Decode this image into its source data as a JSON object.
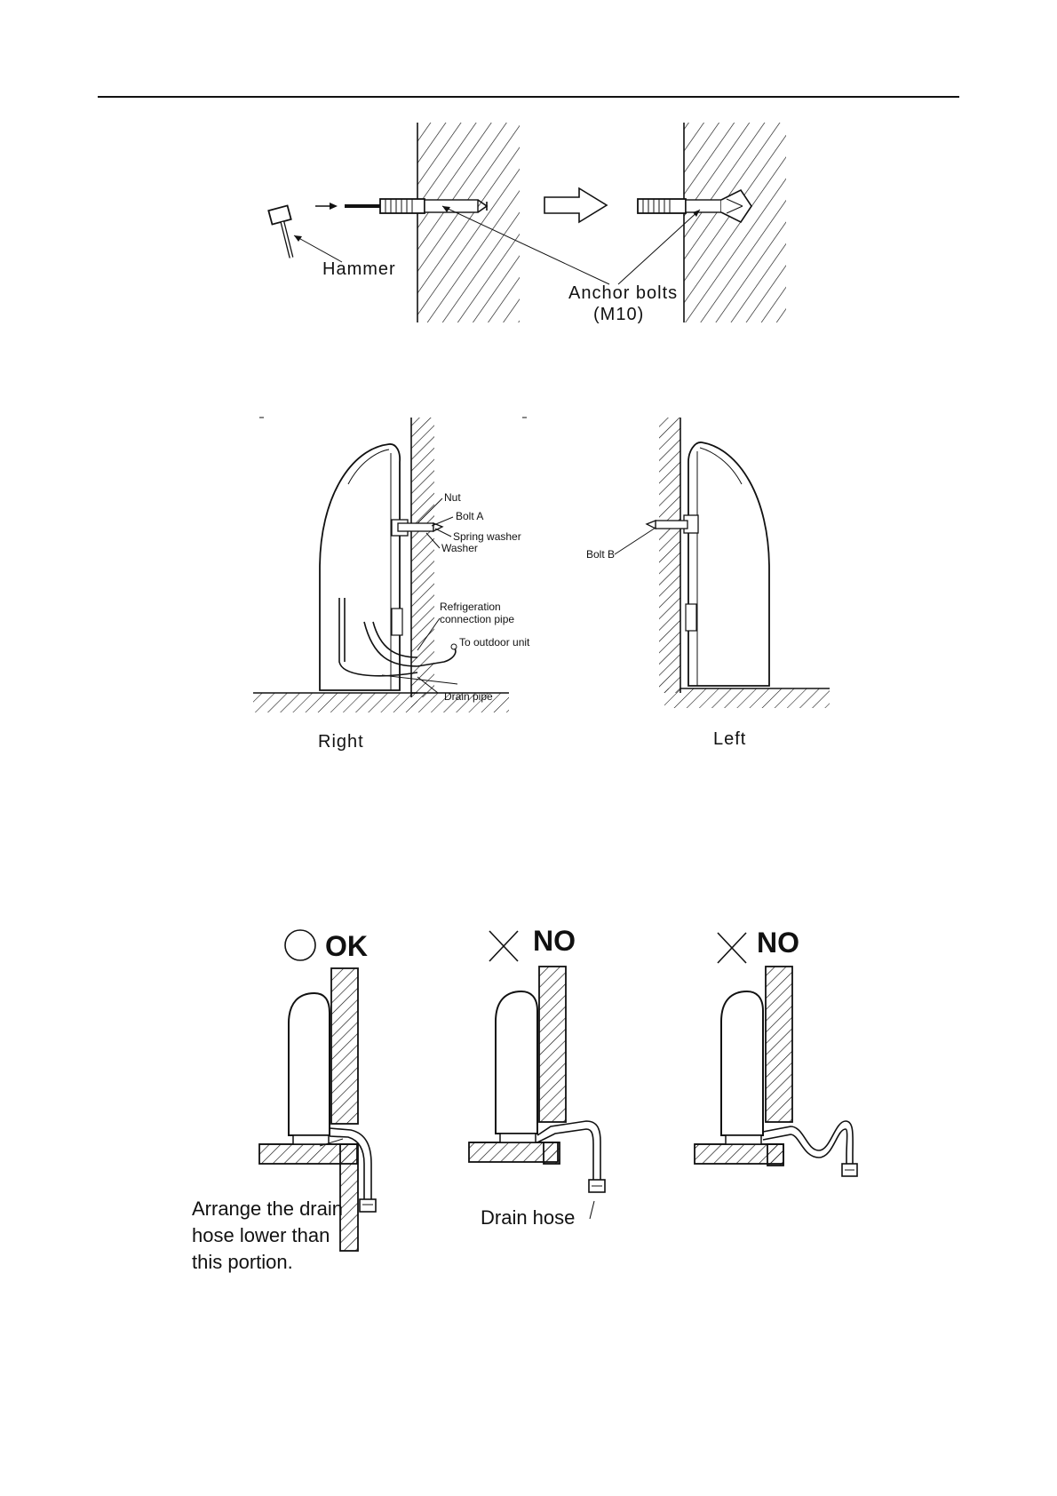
{
  "figure1": {
    "hammer_label": "Hammer",
    "anchor_label": "Anchor bolts",
    "anchor_size": "(M10)"
  },
  "figure2": {
    "right_caption": "Right",
    "left_caption": "Left",
    "labels": {
      "nut": "Nut",
      "bolt_a": "Bolt A",
      "spring_washer": "Spring washer",
      "washer": "Washer",
      "refrig_line1": "Refrigeration",
      "refrig_line2": "connection pipe",
      "to_outdoor": "To outdoor unit",
      "drain_pipe": "Drain pipe",
      "bolt_b": "Bolt B"
    }
  },
  "figure3": {
    "panels": [
      {
        "verdict": "OK",
        "mark": "circle"
      },
      {
        "verdict": "NO",
        "mark": "cross"
      },
      {
        "verdict": "NO",
        "mark": "cross"
      }
    ],
    "note_line1": "Arrange the drain",
    "note_line2": "hose lower than",
    "note_line3": "this portion.",
    "drain_hose_label": "Drain hose"
  }
}
